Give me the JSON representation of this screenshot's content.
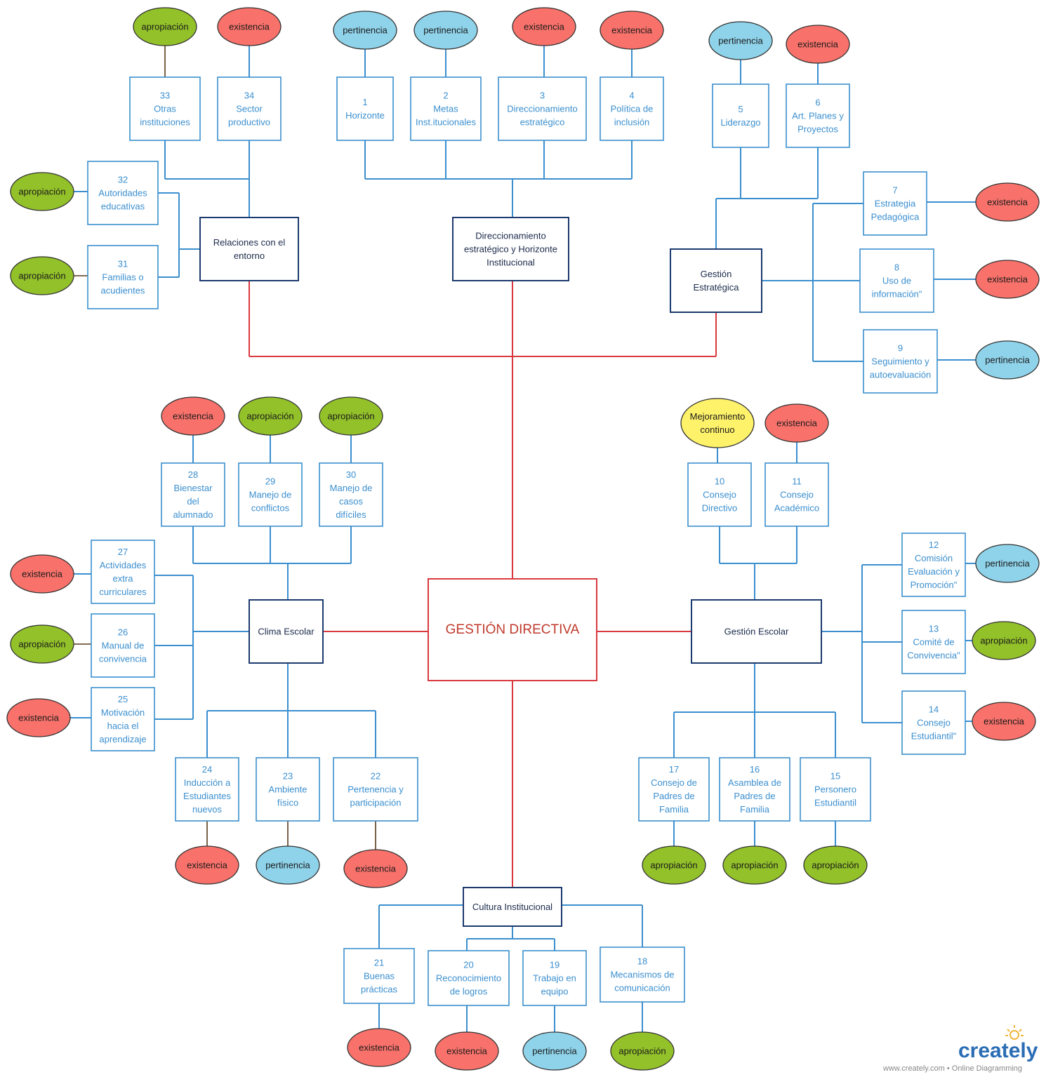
{
  "colors": {
    "existencia": "#f8726b",
    "apropiacion": "#93c12a",
    "pertinencia": "#8fd3ea",
    "mejoramiento": "#fff26b",
    "sub_stroke": "#3b8fcf",
    "main_stroke": "#1c3a6e",
    "center_stroke": "#d9393e",
    "link_blue": "#3b8fcf",
    "link_red": "#d9393e"
  },
  "center": {
    "label": "GESTIÓN DIRECTIVA"
  },
  "main_nodes": {
    "relaciones": [
      "Relaciones con el",
      "entorno"
    ],
    "direccionamiento": [
      "Direccionamiento",
      "estratégico y Horizonte",
      "Institucional"
    ],
    "estrategica": [
      "Gestión",
      "Estratégica"
    ],
    "clima": [
      "Clima Escolar"
    ],
    "escolar": [
      "Gestión Escolar"
    ],
    "cultura": [
      "Cultura Institucional"
    ]
  },
  "sub_nodes": {
    "n1": [
      "1",
      "Horizonte"
    ],
    "n2": [
      "2",
      "Metas",
      "Inst.itucionales"
    ],
    "n3": [
      "3",
      "Direccionamiento",
      "estratégico"
    ],
    "n4": [
      "4",
      "Política de",
      "inclusión"
    ],
    "n5": [
      "5",
      "Liderazgo"
    ],
    "n6": [
      "6",
      "Art. Planes y",
      "Proyectos"
    ],
    "n7": [
      "7",
      "Estrategia",
      "Pedagógica"
    ],
    "n8": [
      "8",
      "Uso de",
      "información\""
    ],
    "n9": [
      "9",
      "Seguimiento y",
      "autoevaluación"
    ],
    "n10": [
      "10",
      "Consejo",
      "Directivo"
    ],
    "n11": [
      "11",
      "Consejo",
      "Académico"
    ],
    "n12": [
      "12",
      "Comisión",
      "Evaluación y",
      "Promoción\""
    ],
    "n13": [
      "13",
      "Comité de",
      "Convivencia\""
    ],
    "n14": [
      "14",
      "Consejo",
      "Estudiantil\""
    ],
    "n15": [
      "15",
      "Personero",
      "Estudiantil"
    ],
    "n16": [
      "16",
      "Asamblea de",
      "Padres de",
      "Familia"
    ],
    "n17": [
      "17",
      "Consejo de",
      "Padres de",
      "Familia"
    ],
    "n18": [
      "18",
      "Mecanismos de",
      "comunicación"
    ],
    "n19": [
      "19",
      "Trabajo en",
      "equipo"
    ],
    "n20": [
      "20",
      "Reconocimiento",
      "de logros"
    ],
    "n21": [
      "21",
      "Buenas",
      "prácticas"
    ],
    "n22": [
      "22",
      "Pertenencia y",
      "participación"
    ],
    "n23": [
      "23",
      "Ambiente",
      "físico"
    ],
    "n24": [
      "24",
      "Inducción a",
      "Estudiantes",
      "nuevos"
    ],
    "n25": [
      "25",
      "Motivación",
      "hacia el",
      "aprendizaje"
    ],
    "n26": [
      "26",
      "Manual de",
      "convivencia"
    ],
    "n27": [
      "27",
      "Actividades",
      "extra",
      "curriculares"
    ],
    "n28": [
      "28",
      "Bienestar",
      "del",
      "alumnado"
    ],
    "n29": [
      "29",
      "Manejo de",
      "conflictos"
    ],
    "n30": [
      "30",
      "Manejo de",
      "casos",
      "difíciles"
    ],
    "n31": [
      "31",
      "Familias o",
      "acudientes"
    ],
    "n32": [
      "32",
      "Autoridades",
      "educativas"
    ],
    "n33": [
      "33",
      "Otras",
      "instituciones"
    ],
    "n34": [
      "34",
      "Sector",
      "productivo"
    ]
  },
  "ellipses": {
    "e1": {
      "label": [
        "pertinencia"
      ],
      "kind": "pertinencia"
    },
    "e2": {
      "label": [
        "pertinencia"
      ],
      "kind": "pertinencia"
    },
    "e3": {
      "label": [
        "existencia"
      ],
      "kind": "existencia"
    },
    "e4": {
      "label": [
        "existencia"
      ],
      "kind": "existencia"
    },
    "e5": {
      "label": [
        "pertinencia"
      ],
      "kind": "pertinencia"
    },
    "e6": {
      "label": [
        "existencia"
      ],
      "kind": "existencia"
    },
    "e7": {
      "label": [
        "existencia"
      ],
      "kind": "existencia"
    },
    "e8": {
      "label": [
        "existencia"
      ],
      "kind": "existencia"
    },
    "e9": {
      "label": [
        "pertinencia"
      ],
      "kind": "pertinencia"
    },
    "e10": {
      "label": [
        "Mejoramiento",
        "continuo"
      ],
      "kind": "mejoramiento"
    },
    "e11": {
      "label": [
        "existencia"
      ],
      "kind": "existencia"
    },
    "e12": {
      "label": [
        "pertinencia"
      ],
      "kind": "pertinencia"
    },
    "e13": {
      "label": [
        "apropiación"
      ],
      "kind": "apropiacion"
    },
    "e14": {
      "label": [
        "existencia"
      ],
      "kind": "existencia"
    },
    "e15": {
      "label": [
        "apropiación"
      ],
      "kind": "apropiacion"
    },
    "e16": {
      "label": [
        "apropiación"
      ],
      "kind": "apropiacion"
    },
    "e17": {
      "label": [
        "apropiación"
      ],
      "kind": "apropiacion"
    },
    "e18": {
      "label": [
        "apropiación"
      ],
      "kind": "apropiacion"
    },
    "e19": {
      "label": [
        "pertinencia"
      ],
      "kind": "pertinencia"
    },
    "e20": {
      "label": [
        "existencia"
      ],
      "kind": "existencia"
    },
    "e21": {
      "label": [
        "existencia"
      ],
      "kind": "existencia"
    },
    "e22": {
      "label": [
        "existencia"
      ],
      "kind": "existencia"
    },
    "e23": {
      "label": [
        "pertinencia"
      ],
      "kind": "pertinencia"
    },
    "e24": {
      "label": [
        "existencia"
      ],
      "kind": "existencia"
    },
    "e25": {
      "label": [
        "existencia"
      ],
      "kind": "existencia"
    },
    "e26": {
      "label": [
        "apropiación"
      ],
      "kind": "apropiacion"
    },
    "e27": {
      "label": [
        "existencia"
      ],
      "kind": "existencia"
    },
    "e28": {
      "label": [
        "existencia"
      ],
      "kind": "existencia"
    },
    "e29": {
      "label": [
        "apropiación"
      ],
      "kind": "apropiacion"
    },
    "e30": {
      "label": [
        "apropiación"
      ],
      "kind": "apropiacion"
    },
    "e31": {
      "label": [
        "apropiación"
      ],
      "kind": "apropiacion"
    },
    "e32": {
      "label": [
        "apropiación"
      ],
      "kind": "apropiacion"
    },
    "e33": {
      "label": [
        "apropiación"
      ],
      "kind": "apropiacion"
    },
    "e34": {
      "label": [
        "existencia"
      ],
      "kind": "existencia"
    }
  },
  "branding": {
    "logo": "creately",
    "footer": "www.creately.com • Online Diagramming"
  }
}
